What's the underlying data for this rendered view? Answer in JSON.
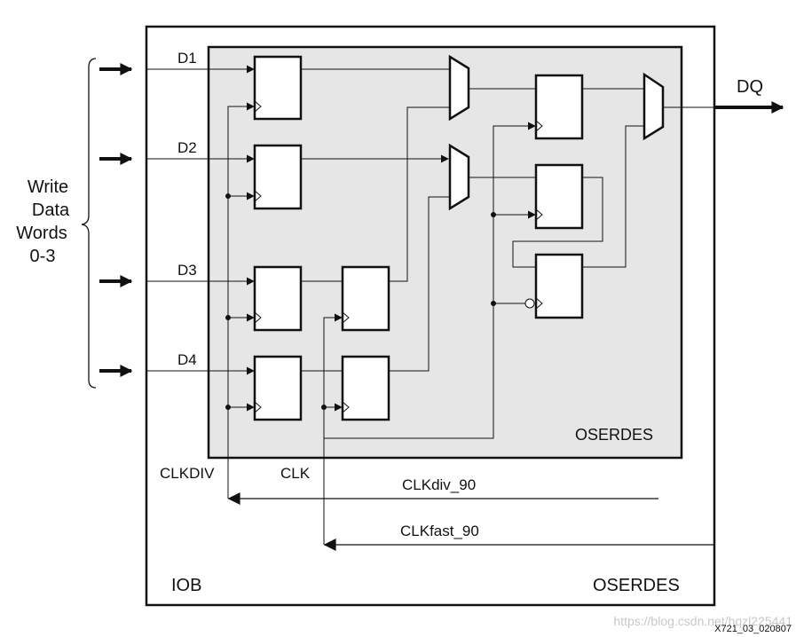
{
  "diagram": {
    "input_group_label": [
      "Write",
      "Data",
      "Words",
      "0-3"
    ],
    "inputs": [
      "D1",
      "D2",
      "D3",
      "D4"
    ],
    "output": "DQ",
    "inner_block_label": "OSERDES",
    "outer_block_labels": {
      "left": "IOB",
      "right": "OSERDES"
    },
    "clock_labels": {
      "clkdiv": "CLKDIV",
      "clk": "CLK"
    },
    "clock_sources": {
      "div": "CLKdiv_90",
      "fast": "CLKfast_90"
    },
    "figure_id": "X721_03_020807",
    "watermark": "https://blog.csdn.net/hqzl225441"
  },
  "colors": {
    "line": "#111111",
    "inner_fill": "#e6e6e6",
    "register_fill": "#ffffff",
    "watermark": "#c8c8c8"
  }
}
